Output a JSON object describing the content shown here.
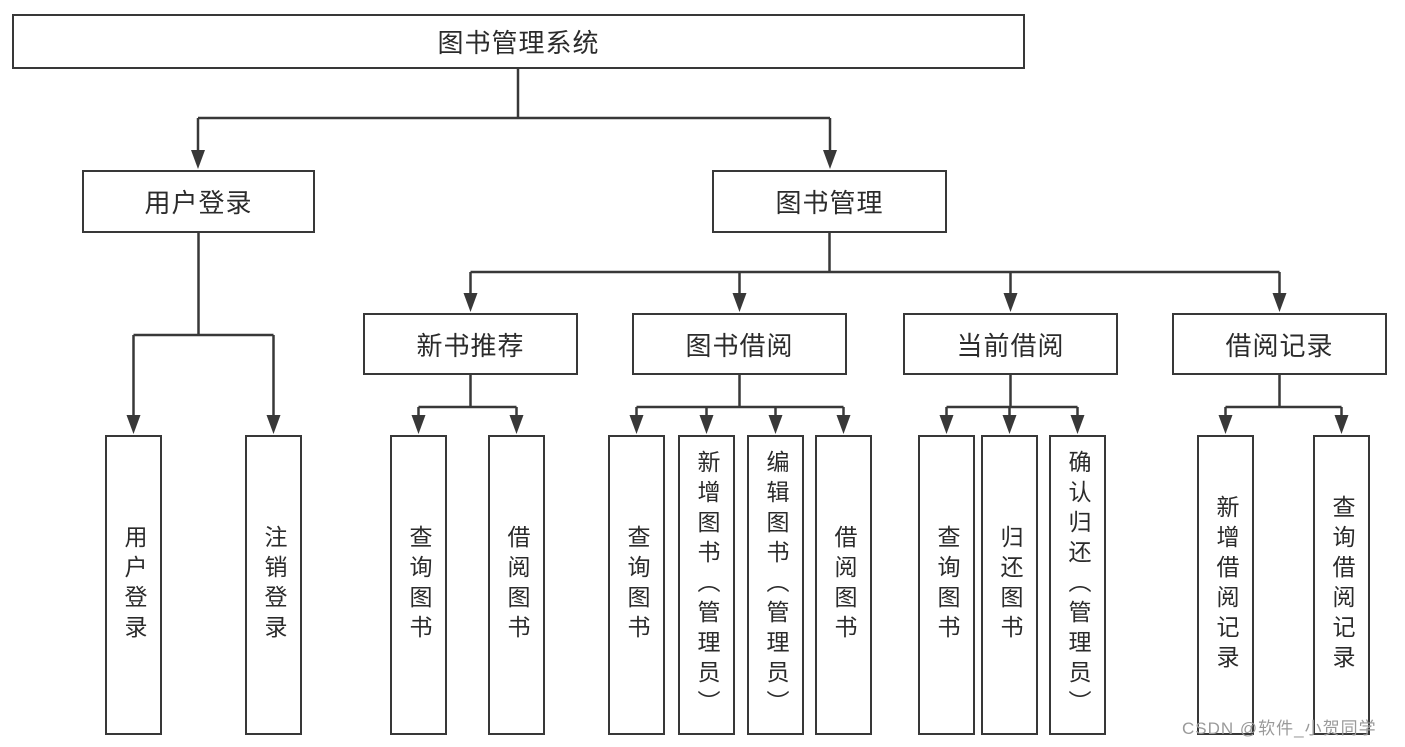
{
  "page": {
    "background": "#ffffff",
    "watermark": "CSDN @软件_小贺同学"
  },
  "colors": {
    "line": "#383838",
    "box_border": "#383838",
    "box_fill": "#ffffff",
    "text": "#2b2b2b",
    "watermark_text": "#9a9a9a"
  },
  "tree": {
    "root": {
      "label": "图书管理系统"
    },
    "level2": [
      {
        "label": "用户登录"
      },
      {
        "label": "图书管理"
      }
    ],
    "level3": [
      {
        "label": "新书推荐",
        "parent": "图书管理"
      },
      {
        "label": "图书借阅",
        "parent": "图书管理"
      },
      {
        "label": "当前借阅",
        "parent": "图书管理"
      },
      {
        "label": "借阅记录",
        "parent": "图书管理"
      }
    ],
    "level4": [
      {
        "label": "用户登录",
        "parent": "用户登录"
      },
      {
        "label": "注销登录",
        "parent": "用户登录"
      },
      {
        "label": "查询图书",
        "parent": "新书推荐"
      },
      {
        "label": "借阅图书",
        "parent": "新书推荐"
      },
      {
        "label": "查询图书",
        "parent": "图书借阅"
      },
      {
        "label": "新增图书（管理员）",
        "parent": "图书借阅"
      },
      {
        "label": "编辑图书（管理员）",
        "parent": "图书借阅"
      },
      {
        "label": "借阅图书",
        "parent": "图书借阅"
      },
      {
        "label": "查询图书",
        "parent": "当前借阅"
      },
      {
        "label": "归还图书",
        "parent": "当前借阅"
      },
      {
        "label": "确认归还（管理员）",
        "parent": "当前借阅"
      },
      {
        "label": "新增借阅记录",
        "parent": "借阅记录"
      },
      {
        "label": "查询借阅记录",
        "parent": "借阅记录"
      }
    ]
  }
}
